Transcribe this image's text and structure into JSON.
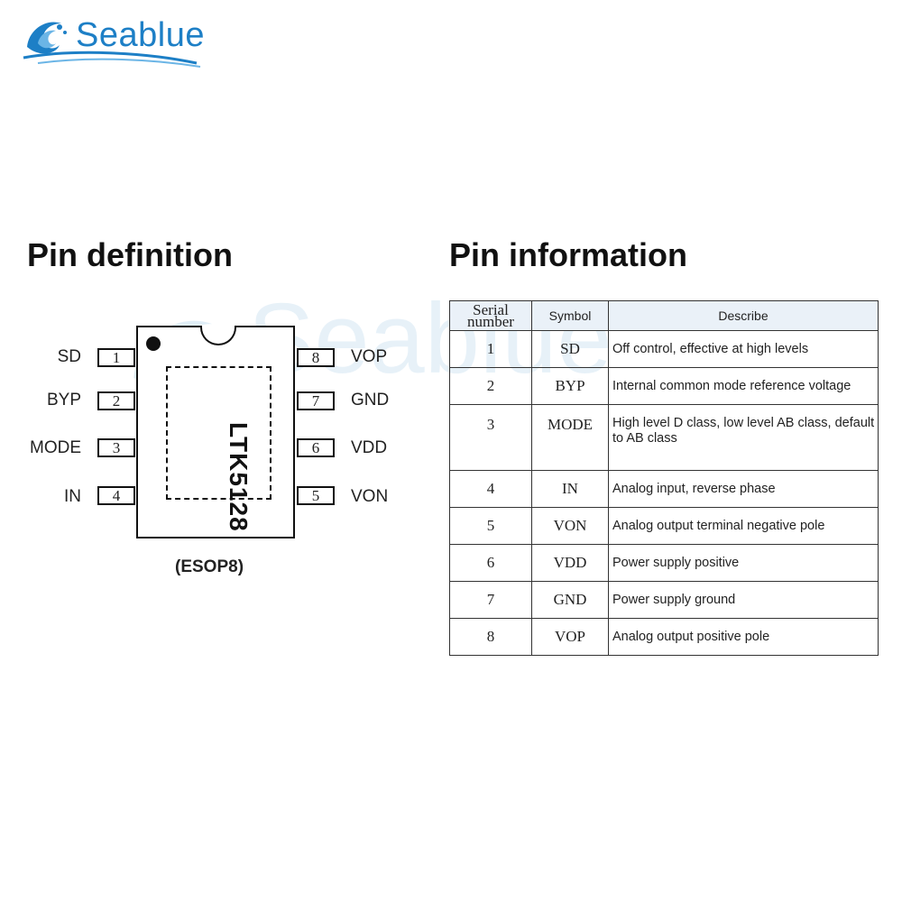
{
  "logo": {
    "text": "Seablue"
  },
  "watermark": {
    "text": "Seablue"
  },
  "pin_definition": {
    "title": "Pin definition",
    "chip_name": "LTK5128",
    "package": "(ESOP8)",
    "left_pins": [
      {
        "number": "1",
        "label": "SD"
      },
      {
        "number": "2",
        "label": "BYP"
      },
      {
        "number": "3",
        "label": "MODE"
      },
      {
        "number": "4",
        "label": "IN"
      }
    ],
    "right_pins": [
      {
        "number": "8",
        "label": "VOP"
      },
      {
        "number": "7",
        "label": "GND"
      },
      {
        "number": "6",
        "label": "VDD"
      },
      {
        "number": "5",
        "label": "VON"
      }
    ]
  },
  "pin_information": {
    "title": "Pin information",
    "headers": {
      "serial_line1": "Serial",
      "serial_line2": "number",
      "symbol": "Symbol",
      "describe": "Describe"
    },
    "rows": [
      {
        "num": "1",
        "symbol": "SD",
        "desc": "Off control, effective at high levels"
      },
      {
        "num": "2",
        "symbol": "BYP",
        "desc": "Internal common mode reference voltage"
      },
      {
        "num": "3",
        "symbol": "MODE",
        "desc": "High level D class, low level AB class, default to AB class"
      },
      {
        "num": "4",
        "symbol": "IN",
        "desc": "Analog input, reverse phase"
      },
      {
        "num": "5",
        "symbol": "VON",
        "desc": "Analog output terminal negative pole"
      },
      {
        "num": "6",
        "symbol": "VDD",
        "desc": "Power supply positive"
      },
      {
        "num": "7",
        "symbol": "GND",
        "desc": "Power supply ground"
      },
      {
        "num": "8",
        "symbol": "VOP",
        "desc": "Analog output positive pole"
      }
    ]
  },
  "colors": {
    "brand": "#1d7fc6",
    "header_bg": "#eaf1f8"
  }
}
